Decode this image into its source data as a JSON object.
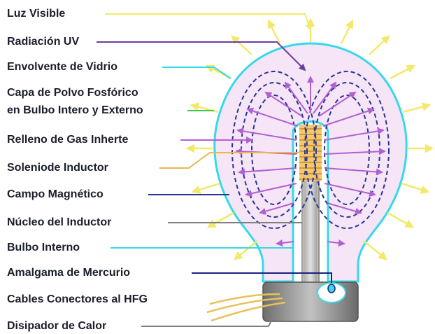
{
  "labels": {
    "luz_visible": "Luz Visible",
    "radiacion_uv": "Radiación UV",
    "envolvente": "Envolvente de Vidrio",
    "capa_line1": "Capa de Polvo Fosfórico",
    "capa_line2": "en Bulbo Intero y Externo",
    "relleno": "Relleno de Gas Inherte",
    "solenoide": "Soleniode Inductor",
    "campo": "Campo Magnético",
    "nucleo": "Núcleo del Inductor",
    "bulbo_interno": "Bulbo Interno",
    "amalgama": "Amalgama de Mercurio",
    "cables": "Cables Conectores al HFG",
    "disipador": "Disipador de Calor"
  },
  "colors": {
    "visible_light": "#f2e96a",
    "uv": "#6b3fa0",
    "glass": "#36d9e8",
    "phosphor_leader": "#3fc94a",
    "gas_arrow": "#c05ad6",
    "solenoid": "#e8b84a",
    "magnetic_field": "#283593",
    "core": "#8c8c8c",
    "inner_bulb": "#36d9e8",
    "amalgam": "#1a237e",
    "cables": "#e8c15a",
    "heatsink": "#808080",
    "bulb_fill": "#f6e4f7"
  }
}
